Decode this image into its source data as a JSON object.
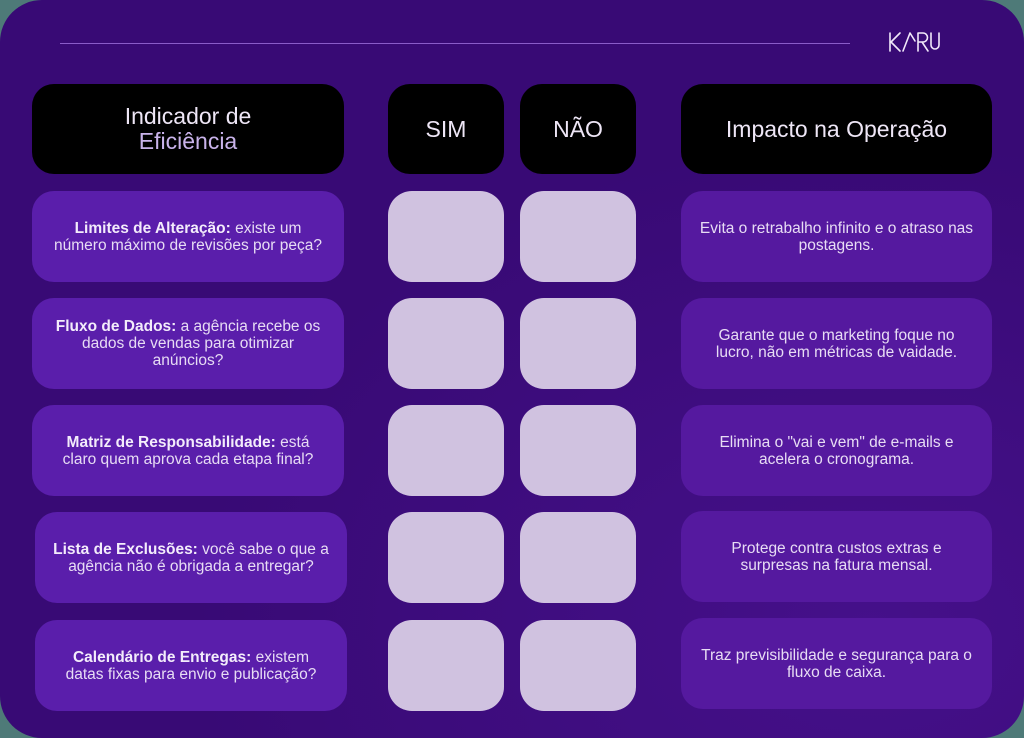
{
  "brand": {
    "logo_text": "KARU"
  },
  "colors": {
    "background": "#380a75",
    "header": "#000000",
    "row": "#5a1eab",
    "checkbox": "#d0c2e0",
    "rule": "#8a5cc9"
  },
  "headers": {
    "indicator_line1": "Indicador de",
    "indicator_line2": "Eficiência",
    "yes": "SIM",
    "no": "NÃO",
    "impact": "Impacto na Operação"
  },
  "rows": [
    {
      "title": "Limites de Alteração:",
      "question": " existe um número máximo de revisões por peça?",
      "impact": "Evita o retrabalho infinito e o atraso nas postagens."
    },
    {
      "title": "Fluxo de Dados:",
      "question": " a agência recebe os dados de vendas para otimizar anúncios?",
      "impact": "Garante que o marketing foque no lucro, não em métricas de vaidade."
    },
    {
      "title": "Matriz de Responsabilidade:",
      "question": " está claro quem aprova cada etapa final?",
      "impact": "Elimina o \"vai e vem\" de e-mails e acelera o cronograma."
    },
    {
      "title": "Lista de Exclusões:",
      "question": " você sabe o que a agência não é obrigada a entregar?",
      "impact": "Protege contra custos extras e surpresas na fatura mensal."
    },
    {
      "title": "Calendário de Entregas:",
      "question": " existem datas fixas para envio e publicação?",
      "impact": "Traz previsibilidade e segurança para o fluxo de caixa."
    }
  ]
}
